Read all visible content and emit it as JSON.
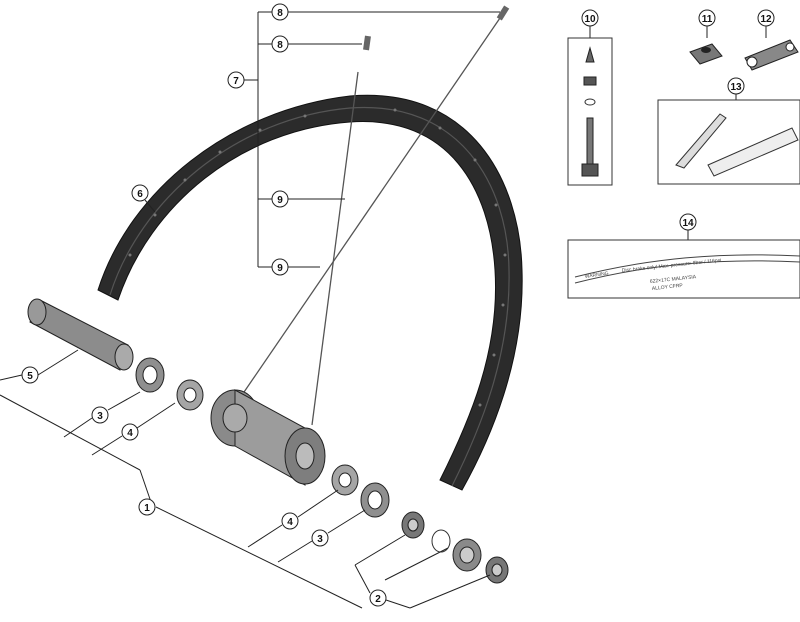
{
  "diagram": {
    "callouts": [
      {
        "id": "c8a",
        "label": "8"
      },
      {
        "id": "c8b",
        "label": "8"
      },
      {
        "id": "c7",
        "label": "7"
      },
      {
        "id": "c6",
        "label": "6"
      },
      {
        "id": "c9a",
        "label": "9"
      },
      {
        "id": "c9b",
        "label": "9"
      },
      {
        "id": "c5",
        "label": "5"
      },
      {
        "id": "c3a",
        "label": "3"
      },
      {
        "id": "c4a",
        "label": "4"
      },
      {
        "id": "c1",
        "label": "1"
      },
      {
        "id": "c4b",
        "label": "4"
      },
      {
        "id": "c3b",
        "label": "3"
      },
      {
        "id": "c2",
        "label": "2"
      },
      {
        "id": "c10",
        "label": "10"
      },
      {
        "id": "c11",
        "label": "11"
      },
      {
        "id": "c12",
        "label": "12"
      },
      {
        "id": "c13",
        "label": "13"
      },
      {
        "id": "c14",
        "label": "14"
      }
    ],
    "sticker": {
      "warning": "WARNING",
      "line1": "Disc brake only! Max. pressure: 8bar / 116psi",
      "line2": "622×17C MALAYSIA",
      "line3": "ALLOY CFRP"
    }
  }
}
